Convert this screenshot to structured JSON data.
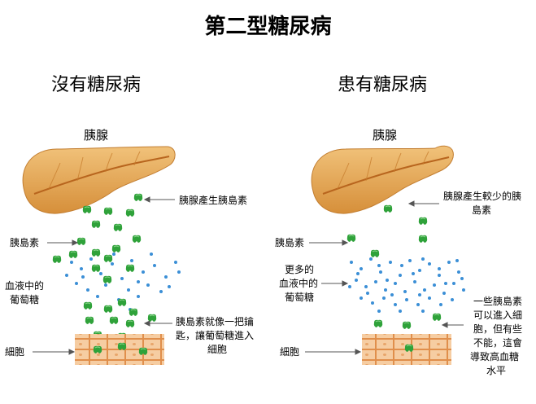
{
  "title": "第二型糖尿病",
  "left": {
    "heading": "沒有糖尿病",
    "organ": "胰腺",
    "labels": {
      "pancreas_makes_insulin": "胰腺產生胰島素",
      "insulin": "胰島素",
      "blood_glucose_1": "血液中的",
      "blood_glucose_2": "葡萄糖",
      "key_1": "胰島素就像一把鑰",
      "key_2": "匙，讓葡萄糖進入",
      "key_3": "細胞",
      "cells": "細胞"
    }
  },
  "right": {
    "heading": "患有糖尿病",
    "organ": "胰腺",
    "labels": {
      "less_insulin_1": "胰腺產生較少的胰",
      "less_insulin_2": "島素",
      "insulin": "胰島素",
      "more_glucose_1": "更多的",
      "more_glucose_2": "血液中的",
      "more_glucose_3": "葡萄糖",
      "note_1": "一些胰島素",
      "note_2": "可以進入細",
      "note_3": "胞，但有些",
      "note_4": "不能，這會",
      "note_5": "導致高血糖",
      "note_6": "水平",
      "cells": "細胞"
    }
  },
  "colors": {
    "pancreas": "#e4a94f",
    "insulin": "#2fa23a",
    "glucose": "#3b8fd6",
    "cell": "#f5c89a",
    "cell_border": "#e0904a"
  }
}
